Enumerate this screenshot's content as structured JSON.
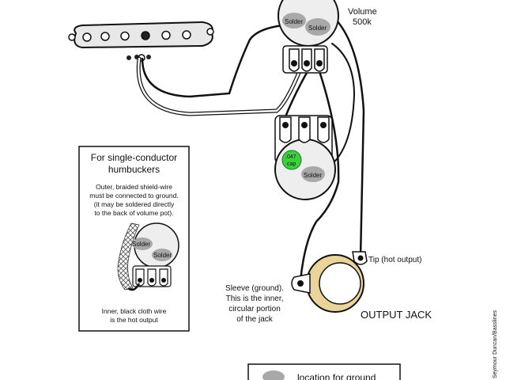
{
  "volume_pot": {
    "title": "Volume",
    "value": "500k",
    "solder_1": "Solder",
    "solder_2": "Solder"
  },
  "tone_pot": {
    "cap_value": ".047",
    "cap_word": "cap",
    "solder": "Solder"
  },
  "inset": {
    "title_line1": "For single-conductor",
    "title_line2": "humbuckers",
    "note_line1": "Outer, braided shield-wire",
    "note_line2": "must be connected to ground.",
    "note_line3": "(it may be soldered directly",
    "note_line4": "to the back of volume pot).",
    "solder_1": "Solder",
    "solder_2": "Solder",
    "footer_line1": "Inner, black cloth wire",
    "footer_line2": "is the hot output"
  },
  "jack": {
    "tip_label": "Tip (hot output)",
    "sleeve_line1": "Sleeve (ground).",
    "sleeve_line2": "This is the inner,",
    "sleeve_line3": "circular portion",
    "sleeve_line4": "of the jack",
    "title": "OUTPUT JACK"
  },
  "legend": {
    "text": "location for ground"
  },
  "credit": "Seymour Duncan/Basslines",
  "colors": {
    "wire": "#111111",
    "pot_fill": "#eeeeee",
    "solder_blob": "#a8a8a8",
    "cap_green": "#3ecf3e",
    "jack_brass": "#ead49a",
    "pickup_fill": "#e8e8e8"
  }
}
